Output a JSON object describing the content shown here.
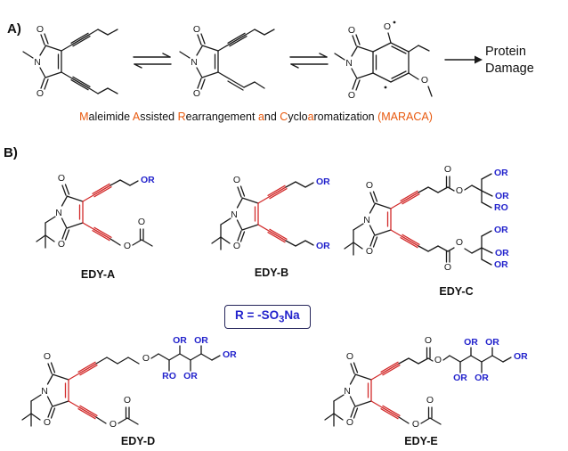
{
  "panel_a": {
    "label": "A)",
    "result_line1": "Protein",
    "result_line2": "Damage",
    "caption": {
      "segments": [
        {
          "text": "M",
          "highlight": true
        },
        {
          "text": "aleimide ",
          "highlight": false
        },
        {
          "text": "A",
          "highlight": true
        },
        {
          "text": "ssisted ",
          "highlight": false
        },
        {
          "text": "R",
          "highlight": true
        },
        {
          "text": "earrangement ",
          "highlight": false
        },
        {
          "text": "a",
          "highlight": true
        },
        {
          "text": "nd ",
          "highlight": false
        },
        {
          "text": "C",
          "highlight": true
        },
        {
          "text": "yclo",
          "highlight": false
        },
        {
          "text": "a",
          "highlight": true
        },
        {
          "text": "romatization ",
          "highlight": false
        },
        {
          "text": "(MARACA)",
          "highlight": true
        }
      ]
    }
  },
  "panel_b": {
    "label": "B)",
    "structures": [
      {
        "label": "EDY-A"
      },
      {
        "label": "EDY-B"
      },
      {
        "label": "EDY-C"
      },
      {
        "label": "EDY-D"
      },
      {
        "label": "EDY-E"
      }
    ],
    "legend": {
      "r_prefix": "R = -SO",
      "r_sub": "3",
      "r_suffix": "Na"
    }
  },
  "atoms": {
    "O": "O",
    "N": "N",
    "OR": "OR",
    "RO": "RO"
  },
  "colors": {
    "highlight_orange": "#e8580c",
    "enediyne_red": "#d22b2b",
    "or_blue": "#2323cc",
    "bond_black": "#1a1a1a"
  }
}
